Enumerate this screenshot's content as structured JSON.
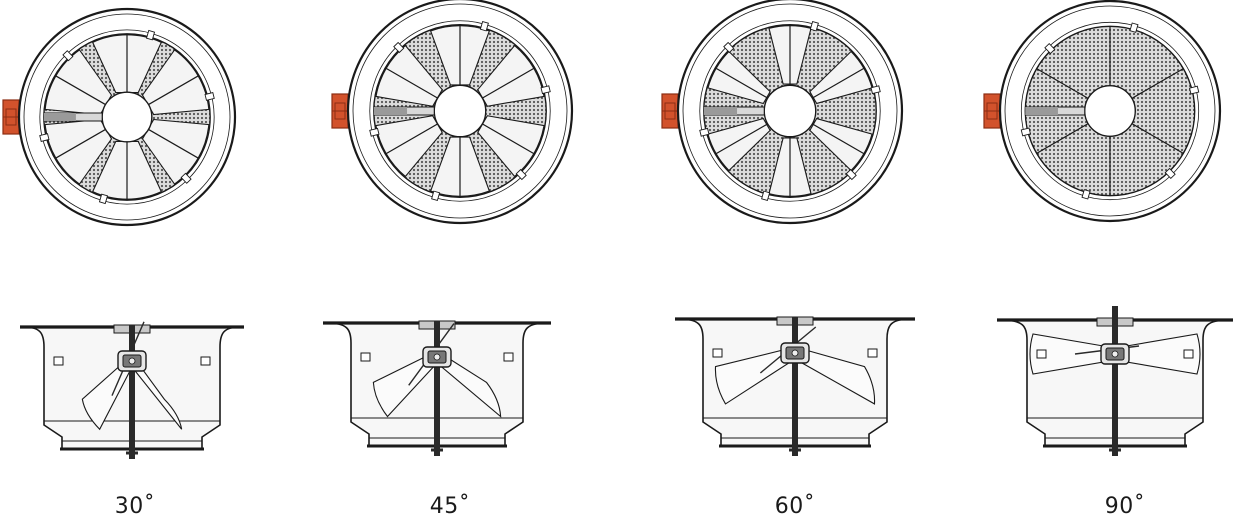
{
  "states": [
    {
      "label": "30˚",
      "opening": 30
    },
    {
      "label": "45˚",
      "opening": 45
    },
    {
      "label": "60˚",
      "opening": 60
    },
    {
      "label": "90˚",
      "opening": 90
    }
  ],
  "colors": {
    "outline": "#1a1a1a",
    "ring_fill": "#ffffff",
    "blade_fill": "#f4f4f4",
    "mesh": "#555555",
    "actuator": "#d2522c",
    "actuator_dark": "#8c2d13",
    "shaft": "#2a2a2a",
    "body_fill": "#f7f7f7"
  }
}
